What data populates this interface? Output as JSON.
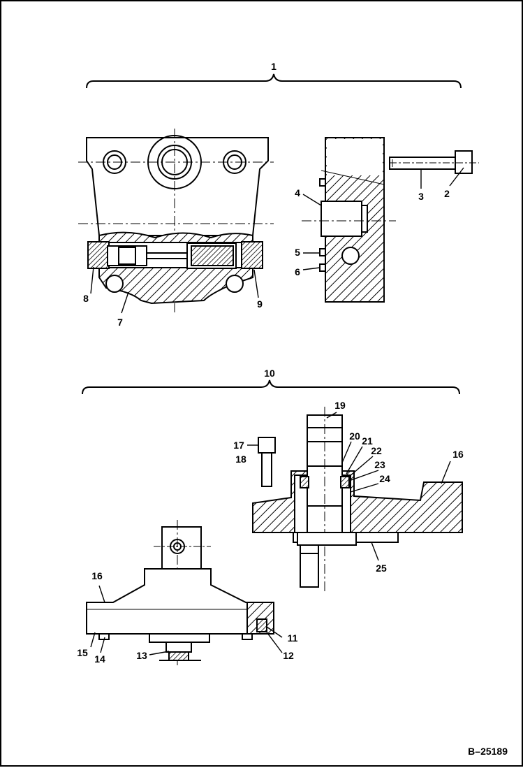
{
  "callouts": {
    "c1": "1",
    "c2": "2",
    "c3": "3",
    "c4": "4",
    "c5": "5",
    "c6": "6",
    "c7": "7",
    "c8": "8",
    "c9": "9",
    "c10": "10",
    "c11": "11",
    "c12": "12",
    "c13": "13",
    "c14": "14",
    "c15": "15",
    "c16a": "16",
    "c16b": "16",
    "c17": "17",
    "c18": "18",
    "c19": "19",
    "c20": "20",
    "c21": "21",
    "c22": "22",
    "c23": "23",
    "c24": "24",
    "c25": "25"
  },
  "drawing_ref": "B–25189"
}
